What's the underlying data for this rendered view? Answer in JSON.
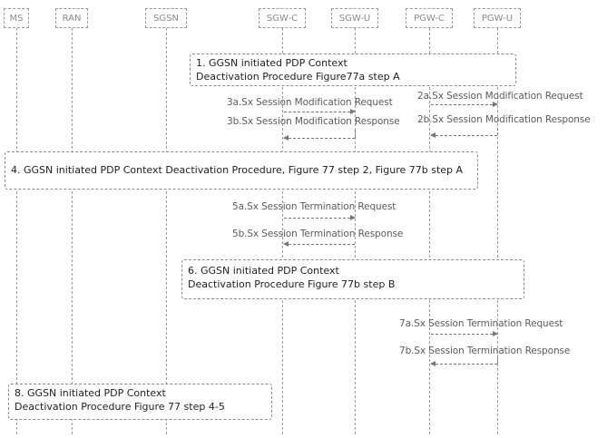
{
  "entities": [
    "MS",
    "RAN",
    "SGSN",
    "SGW-C",
    "SGW-U",
    "PGW-C",
    "PGW-U"
  ],
  "procedures": {
    "p1": {
      "line1": "1.  GGSN initiated PDP Context",
      "line2": "Deactivation Procedure  Figure77a step A"
    },
    "p4": {
      "line1": "4. GGSN initiated PDP Context Deactivation  Procedure, Figure 77 step 2, Figure 77b step A"
    },
    "p6": {
      "line1": "6. GGSN initiated PDP Context",
      "line2": "Deactivation  Procedure   Figure 77b          step B"
    },
    "p8": {
      "line1": "8. GGSN initiated PDP Context",
      "line2": "Deactivation Procedure             Figure 77     step 4-5"
    }
  },
  "messages": {
    "m2a": "2a.Sx Session Modification Request",
    "m2b": "2b.Sx Session Modification Response",
    "m3a": "3a.Sx Session Modification Request",
    "m3b": "3b.Sx Session Modification Response",
    "m5a": "5a.Sx Session Termination Request",
    "m5b": "5b.Sx Session Termination Response",
    "m7a": "7a.Sx Session Termination Request",
    "m7b": "7b.Sx Session Termination Response"
  }
}
